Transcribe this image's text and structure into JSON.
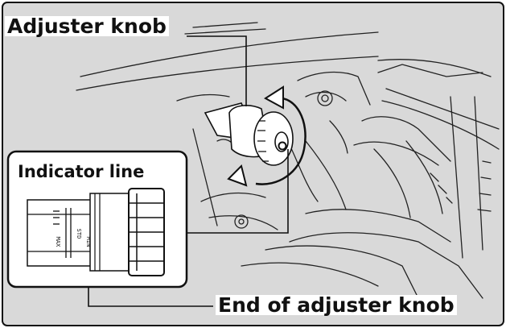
{
  "labels": {
    "adjuster_knob": "Adjuster knob",
    "indicator_line": "Indicator line",
    "end_of_adjuster_knob": "End of adjuster knob"
  },
  "scale_marks": {
    "mark_a": "MAX",
    "mark_b": "STD",
    "mark_c": "MIN"
  },
  "colors": {
    "background": "#d9d9d9",
    "line": "#111111",
    "inset_fill": "#ffffff",
    "panel_fill": "#ffffff"
  }
}
